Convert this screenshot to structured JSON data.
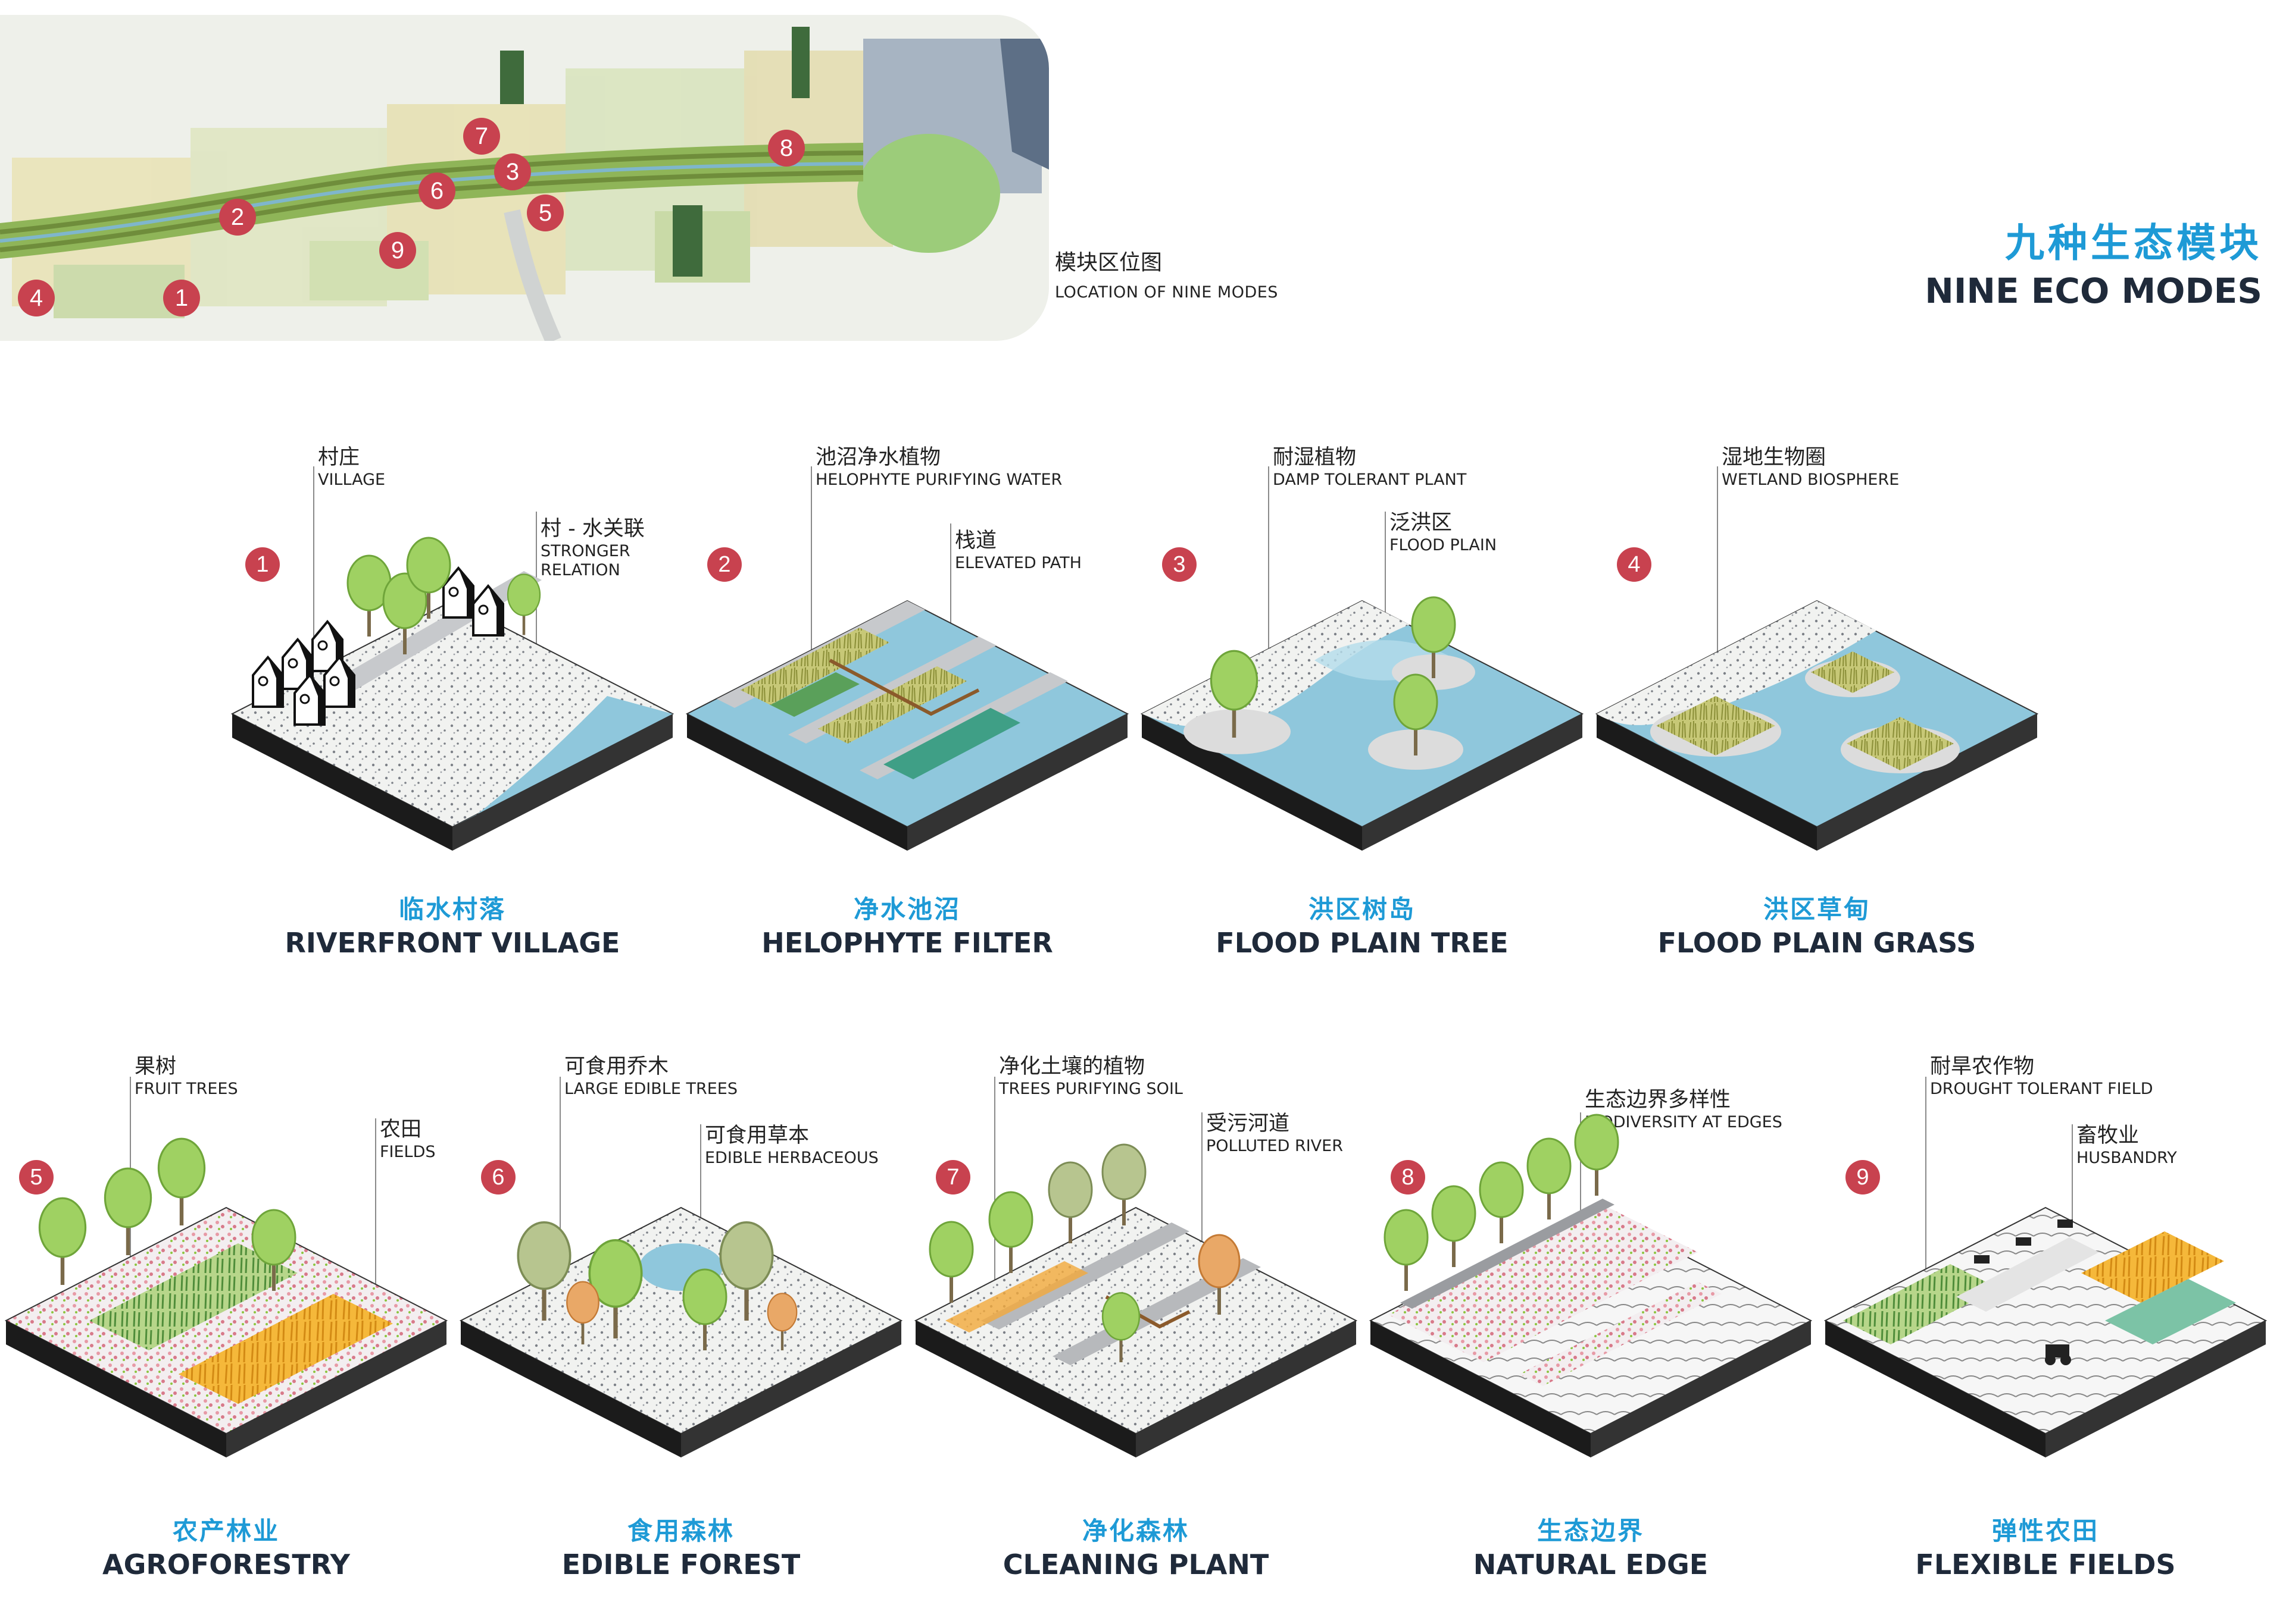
{
  "header": {
    "map_caption_cn": "模块区位图",
    "map_caption_en": "LOCATION OF NINE MODES",
    "title_cn": "九种生态模块",
    "title_en": "NINE ECO MODES",
    "map_pins": [
      "1",
      "2",
      "3",
      "4",
      "5",
      "6",
      "7",
      "8",
      "9"
    ]
  },
  "colors": {
    "accent_blue": "#1e9ad6",
    "pin_red": "#c8424f",
    "water": "#7fc3dc",
    "tree_green": "#8cc63f",
    "dark_text": "#1f2a3a"
  },
  "modules": [
    {
      "number": "1",
      "title_cn": "临水村落",
      "title_en": "RIVERFRONT VILLAGE",
      "ann1_cn": "村庄",
      "ann1_en": "VILLAGE",
      "ann2_cn": "村 - 水关联",
      "ann2_en": "STRONGER RELATION"
    },
    {
      "number": "2",
      "title_cn": "净水池沼",
      "title_en": "HELOPHYTE FILTER",
      "ann1_cn": "池沼净水植物",
      "ann1_en": "HELOPHYTE PURIFYING WATER",
      "ann2_cn": "栈道",
      "ann2_en": "ELEVATED PATH"
    },
    {
      "number": "3",
      "title_cn": "洪区树岛",
      "title_en": "FLOOD PLAIN TREE",
      "ann1_cn": "耐湿植物",
      "ann1_en": "DAMP TOLERANT PLANT",
      "ann2_cn": "泛洪区",
      "ann2_en": "FLOOD PLAIN"
    },
    {
      "number": "4",
      "title_cn": "洪区草甸",
      "title_en": "FLOOD PLAIN GRASS",
      "ann1_cn": "湿地生物圈",
      "ann1_en": "WETLAND BIOSPHERE"
    },
    {
      "number": "5",
      "title_cn": "农产林业",
      "title_en": "AGROFORESTRY",
      "ann1_cn": "果树",
      "ann1_en": "FRUIT TREES",
      "ann2_cn": "农田",
      "ann2_en": "FIELDS"
    },
    {
      "number": "6",
      "title_cn": "食用森林",
      "title_en": "EDIBLE FOREST",
      "ann1_cn": "可食用乔木",
      "ann1_en": "LARGE EDIBLE TREES",
      "ann2_cn": "可食用草本",
      "ann2_en": "EDIBLE HERBACEOUS"
    },
    {
      "number": "7",
      "title_cn": "净化森林",
      "title_en": "CLEANING PLANT",
      "ann1_cn": "净化土壤的植物",
      "ann1_en": "TREES PURIFYING SOIL",
      "ann2_cn": "受污河道",
      "ann2_en": "POLLUTED RIVER"
    },
    {
      "number": "8",
      "title_cn": "生态边界",
      "title_en": "NATURAL EDGE",
      "ann1_cn": "生态边界多样性",
      "ann1_en": "BIODIVERSITY AT EDGES"
    },
    {
      "number": "9",
      "title_cn": "弹性农田",
      "title_en": "FLEXIBLE FIELDS",
      "ann1_cn": "耐旱农作物",
      "ann1_en": "DROUGHT TOLERANT FIELD",
      "ann2_cn": "畜牧业",
      "ann2_en": "HUSBANDRY"
    }
  ]
}
